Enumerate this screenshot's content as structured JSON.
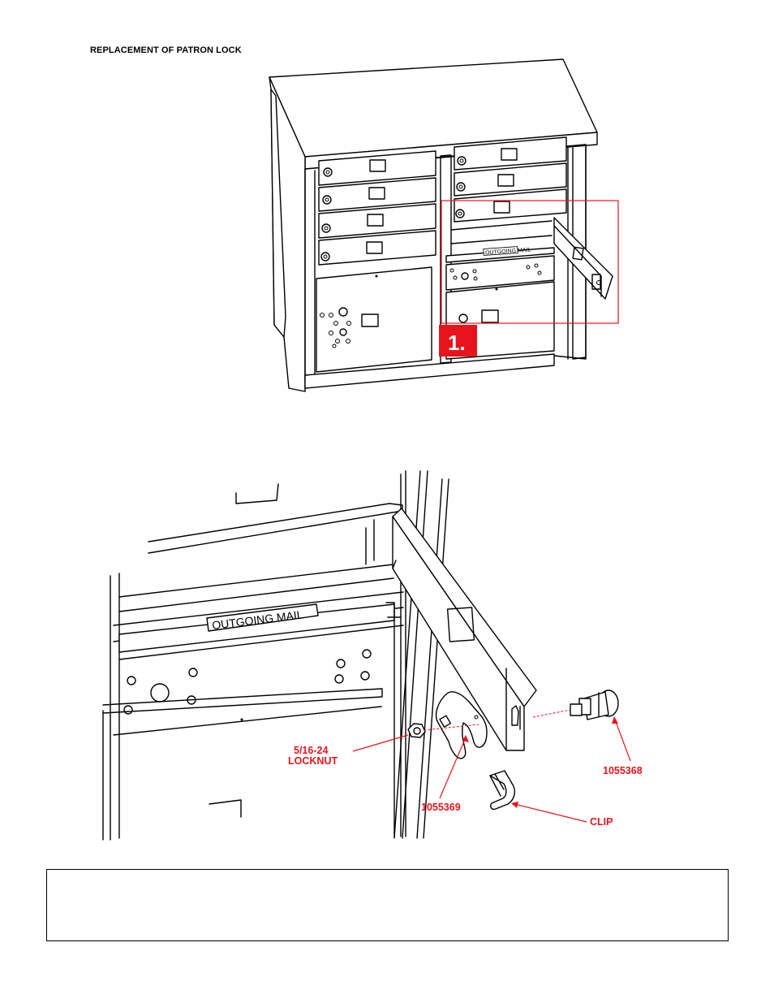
{
  "page": {
    "title": "REPLACEMENT OF PATRON LOCK"
  },
  "figure1": {
    "step_label": "1.",
    "mail_label": "OUTGOING MAIL"
  },
  "figure2": {
    "mail_label": "OUTGOING MAIL",
    "callouts": {
      "locknut_line1": "5/16-24",
      "locknut_line2": "LOCKNUT",
      "cam_part": "1055369",
      "lock_part": "1055368",
      "clip": "CLIP"
    },
    "colors": {
      "callout": "#e8141c",
      "highlight_box": "#e8141c"
    }
  },
  "note_box": {
    "text": ""
  }
}
